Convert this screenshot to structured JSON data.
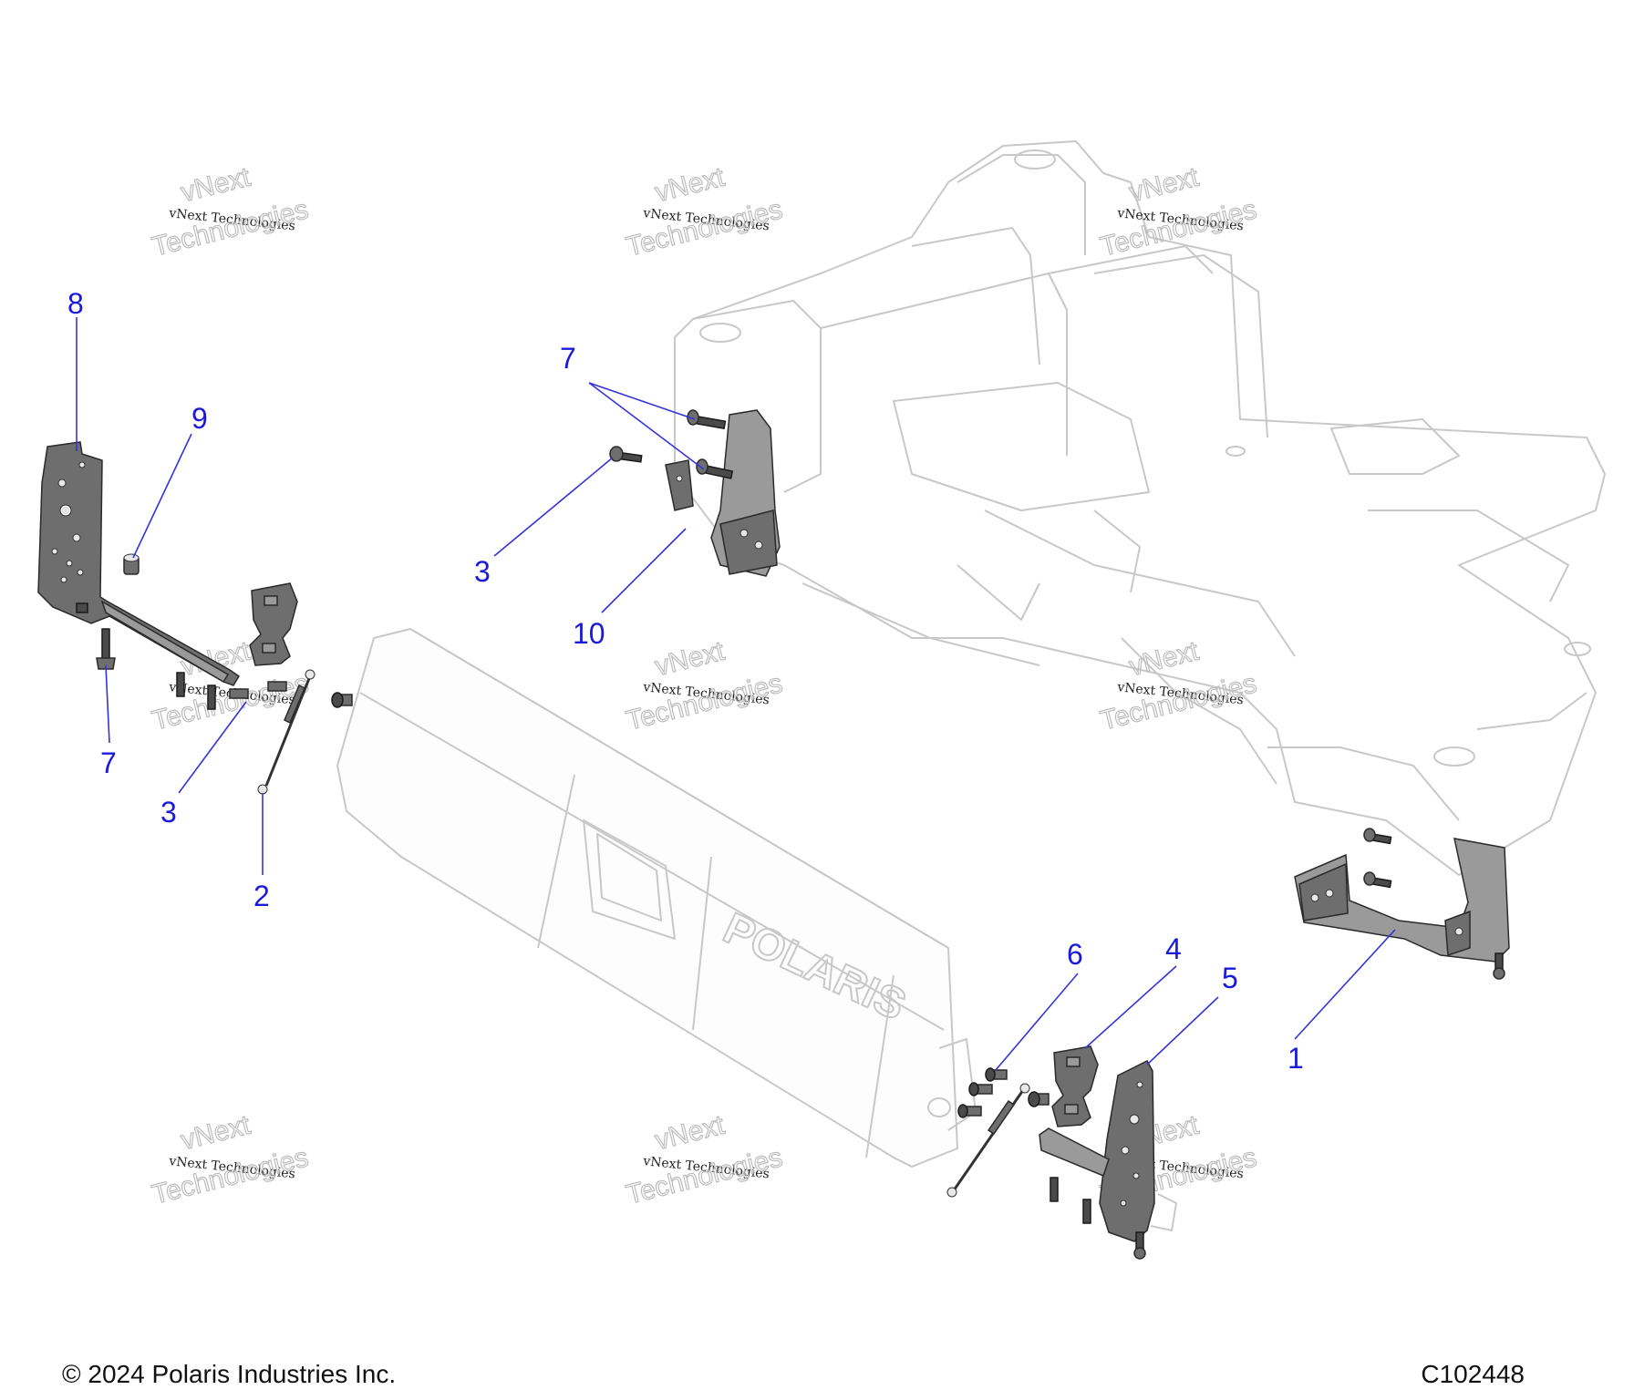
{
  "callouts": [
    {
      "id": "1",
      "label": "1"
    },
    {
      "id": "2",
      "label": "2"
    },
    {
      "id": "3a",
      "label": "3"
    },
    {
      "id": "3b",
      "label": "3"
    },
    {
      "id": "4",
      "label": "4"
    },
    {
      "id": "5",
      "label": "5"
    },
    {
      "id": "6",
      "label": "6"
    },
    {
      "id": "7a",
      "label": "7"
    },
    {
      "id": "7b",
      "label": "7"
    },
    {
      "id": "8",
      "label": "8"
    },
    {
      "id": "9",
      "label": "9"
    },
    {
      "id": "10",
      "label": "10"
    }
  ],
  "watermark": {
    "line1": "vNext Technologies",
    "line2": "vNext",
    "line3": "Technologies"
  },
  "logo_text": "POLARIS",
  "footer": {
    "copyright": "© 2024 Polaris Industries Inc.",
    "figure_id": "C102448"
  },
  "colors": {
    "callout": "#1a1adb",
    "part": "#6e6e6e",
    "ghost": "#c8c8c8"
  }
}
